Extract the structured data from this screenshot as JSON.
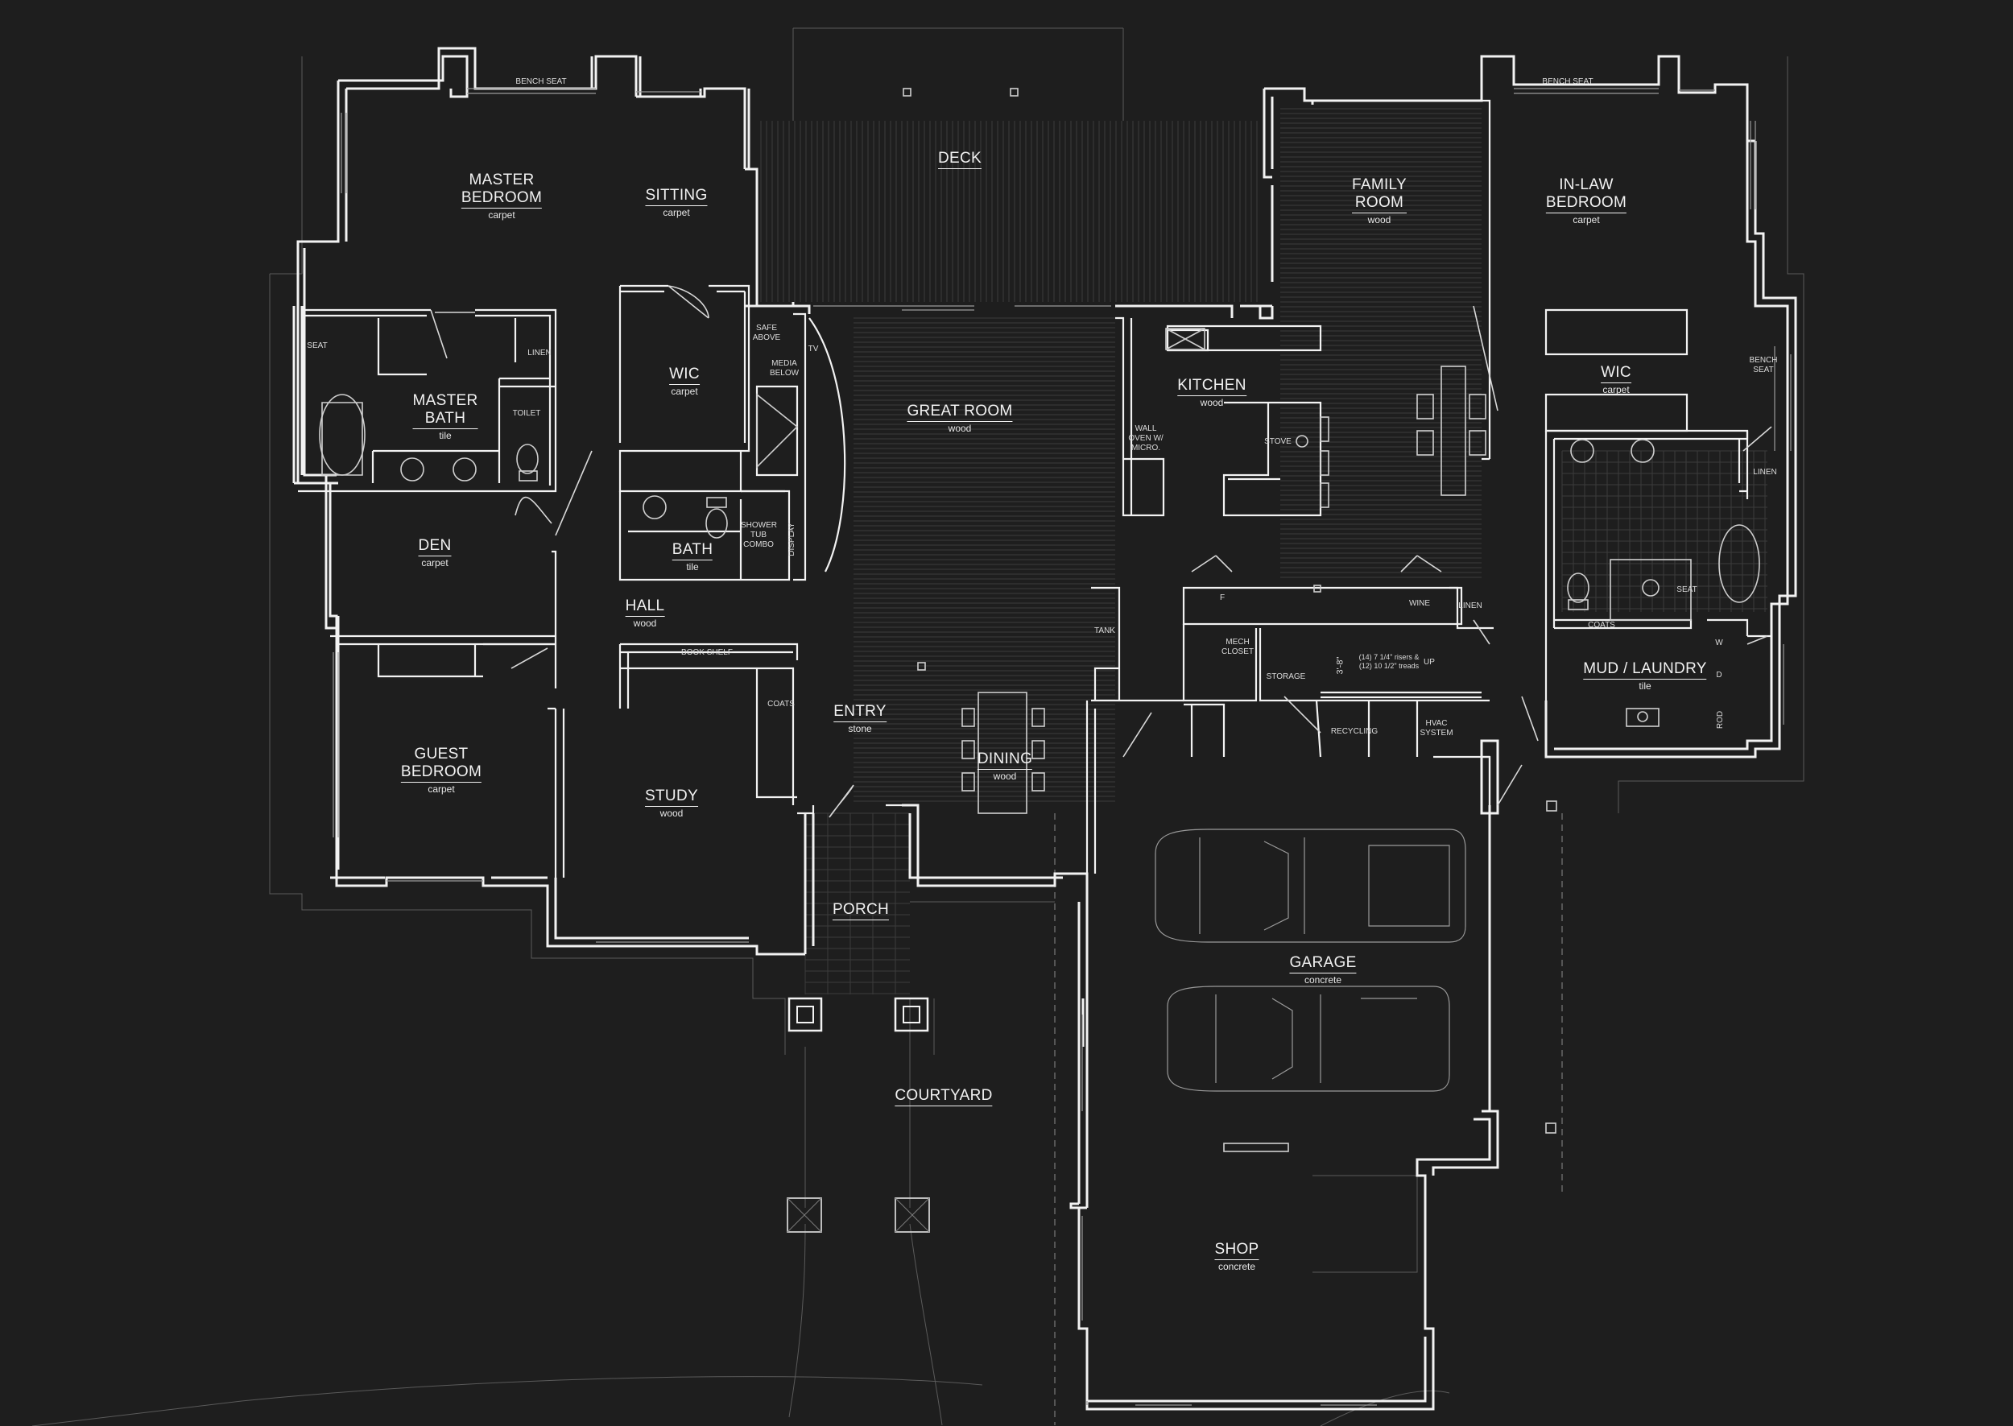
{
  "rooms": [
    {
      "id": "master-bedroom",
      "name": [
        "MASTER",
        "BEDROOM"
      ],
      "floor": "carpet"
    },
    {
      "id": "sitting",
      "name": [
        "SITTING"
      ],
      "floor": "carpet"
    },
    {
      "id": "deck",
      "name": [
        "DECK"
      ],
      "floor": ""
    },
    {
      "id": "family-room",
      "name": [
        "FAMILY",
        "ROOM"
      ],
      "floor": "wood"
    },
    {
      "id": "in-law-bedroom",
      "name": [
        "IN-LAW",
        "BEDROOM"
      ],
      "floor": "carpet"
    },
    {
      "id": "master-bath",
      "name": [
        "MASTER",
        "BATH"
      ],
      "floor": "tile"
    },
    {
      "id": "wic-master",
      "name": [
        "WIC"
      ],
      "floor": "carpet"
    },
    {
      "id": "great-room",
      "name": [
        "GREAT ROOM"
      ],
      "floor": "wood"
    },
    {
      "id": "kitchen",
      "name": [
        "KITCHEN"
      ],
      "floor": "wood"
    },
    {
      "id": "wic-inlaw",
      "name": [
        "WIC"
      ],
      "floor": "carpet"
    },
    {
      "id": "den",
      "name": [
        "DEN"
      ],
      "floor": "carpet"
    },
    {
      "id": "bath",
      "name": [
        "BATH"
      ],
      "floor": "tile"
    },
    {
      "id": "hall",
      "name": [
        "HALL"
      ],
      "floor": "wood"
    },
    {
      "id": "mud-laundry",
      "name": [
        "MUD / LAUNDRY"
      ],
      "floor": "tile"
    },
    {
      "id": "entry",
      "name": [
        "ENTRY"
      ],
      "floor": "stone"
    },
    {
      "id": "guest-bedroom",
      "name": [
        "GUEST",
        "BEDROOM"
      ],
      "floor": "carpet"
    },
    {
      "id": "study",
      "name": [
        "STUDY"
      ],
      "floor": "wood"
    },
    {
      "id": "dining",
      "name": [
        "DINING"
      ],
      "floor": "wood"
    },
    {
      "id": "porch",
      "name": [
        "PORCH"
      ],
      "floor": ""
    },
    {
      "id": "garage",
      "name": [
        "GARAGE"
      ],
      "floor": "concrete"
    },
    {
      "id": "courtyard",
      "name": [
        "COURTYARD"
      ],
      "floor": ""
    },
    {
      "id": "shop",
      "name": [
        "SHOP"
      ],
      "floor": "concrete"
    }
  ],
  "notes": [
    {
      "id": "bench-seat-master",
      "text": "BENCH SEAT"
    },
    {
      "id": "bench-seat-inlaw",
      "text": "BENCH SEAT"
    },
    {
      "id": "seat-master-bath",
      "text": "SEAT"
    },
    {
      "id": "linen-master",
      "text": "LINEN"
    },
    {
      "id": "toilet",
      "text": "TOILET"
    },
    {
      "id": "safe-above",
      "text": "SAFE ABOVE"
    },
    {
      "id": "media-below",
      "text": "MEDIA BELOW"
    },
    {
      "id": "tv",
      "text": "TV"
    },
    {
      "id": "wall-oven",
      "text": "WALL OVEN W/ MICRO."
    },
    {
      "id": "stove",
      "text": "STOVE"
    },
    {
      "id": "bench-seat-right",
      "text": "BENCH SEAT"
    },
    {
      "id": "linen-inlaw",
      "text": "LINEN"
    },
    {
      "id": "shower-tub",
      "text": "SHOWER TUB COMBO"
    },
    {
      "id": "display",
      "text": "DISPLAY"
    },
    {
      "id": "seat-inlaw-bath",
      "text": "SEAT"
    },
    {
      "id": "tank",
      "text": "TANK"
    },
    {
      "id": "fridge",
      "text": "F"
    },
    {
      "id": "wine",
      "text": "WINE"
    },
    {
      "id": "linen-hall",
      "text": "LINEN"
    },
    {
      "id": "mech-closet",
      "text": "MECH CLOSET"
    },
    {
      "id": "stair-dim",
      "text": "3'-8\""
    },
    {
      "id": "stair-note",
      "text": "(14) 7 1/4\" risers & (12) 10 1/2\" treads"
    },
    {
      "id": "up",
      "text": "UP"
    },
    {
      "id": "coats-mud",
      "text": "COATS"
    },
    {
      "id": "washer",
      "text": "W"
    },
    {
      "id": "dryer",
      "text": "D"
    },
    {
      "id": "rod",
      "text": "ROD"
    },
    {
      "id": "book-shelf",
      "text": "BOOK SHELF"
    },
    {
      "id": "coats-entry",
      "text": "COATS"
    },
    {
      "id": "storage",
      "text": "STORAGE"
    },
    {
      "id": "recycling",
      "text": "RECYCLING"
    },
    {
      "id": "hvac",
      "text": "HVAC SYSTEM"
    }
  ],
  "colors": {
    "background": "#1e1e1e",
    "line": "#f2f2f2",
    "secondary": "#9a9a9a"
  }
}
